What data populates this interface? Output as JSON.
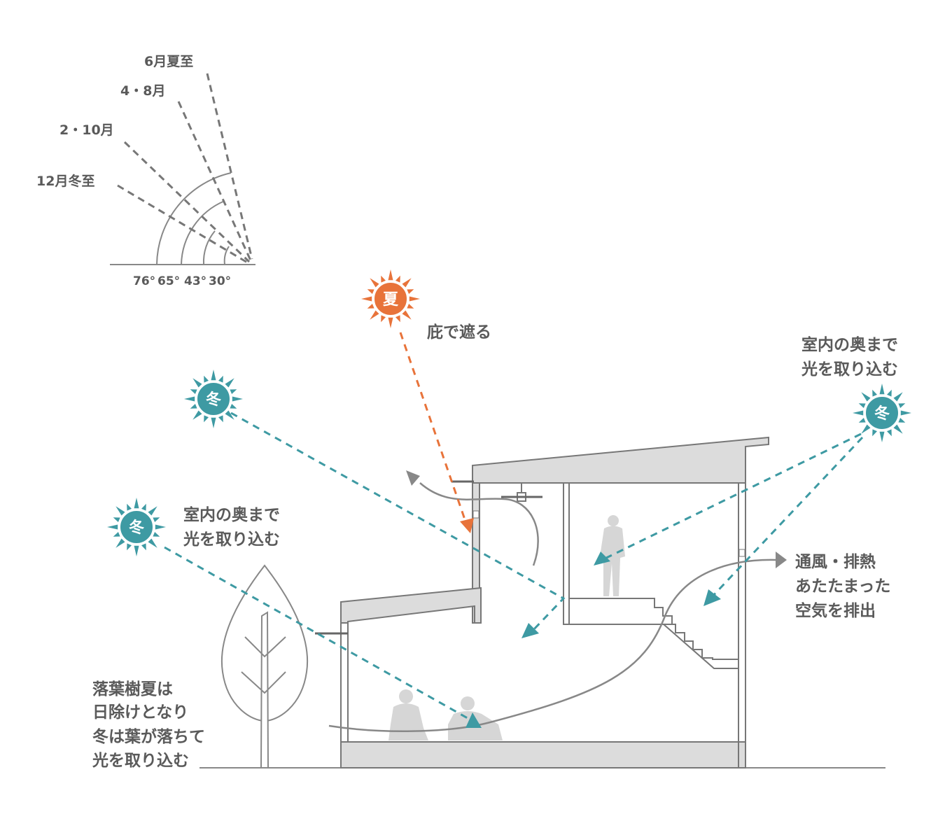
{
  "colors": {
    "summer": "#e8733a",
    "winter": "#3e9aa3",
    "airflow": "#888888",
    "structure": "#777777",
    "wall_fill": "#dcdcdc",
    "text": "#5a5a5a",
    "people": "#d4d4d4"
  },
  "sun_angle_chart": {
    "rays": [
      {
        "label": "6月夏至",
        "angle": "76°"
      },
      {
        "label": "4・8月",
        "angle": "65°"
      },
      {
        "label": "2・10月",
        "angle": "43°"
      },
      {
        "label": "12月冬至",
        "angle": "30°"
      }
    ]
  },
  "suns": {
    "summer": {
      "char": "夏",
      "icon": "sun-icon"
    },
    "winter_left_upper": {
      "char": "冬",
      "icon": "sun-icon"
    },
    "winter_left_lower": {
      "char": "冬",
      "icon": "sun-icon"
    },
    "winter_right": {
      "char": "冬",
      "icon": "sun-icon"
    }
  },
  "labels": {
    "eaves": "庇で遮る",
    "deep_light_right": [
      "室内の奥まで",
      "光を取り込む"
    ],
    "deep_light_left": [
      "室内の奥まで",
      "光を取り込む"
    ],
    "ventilation": [
      "通風・排熱",
      "あたたまった",
      "空気を排出"
    ],
    "deciduous_tree": [
      "落葉樹夏は",
      "日除けとなり",
      "冬は葉が落ちて",
      "光を取り込む"
    ]
  }
}
